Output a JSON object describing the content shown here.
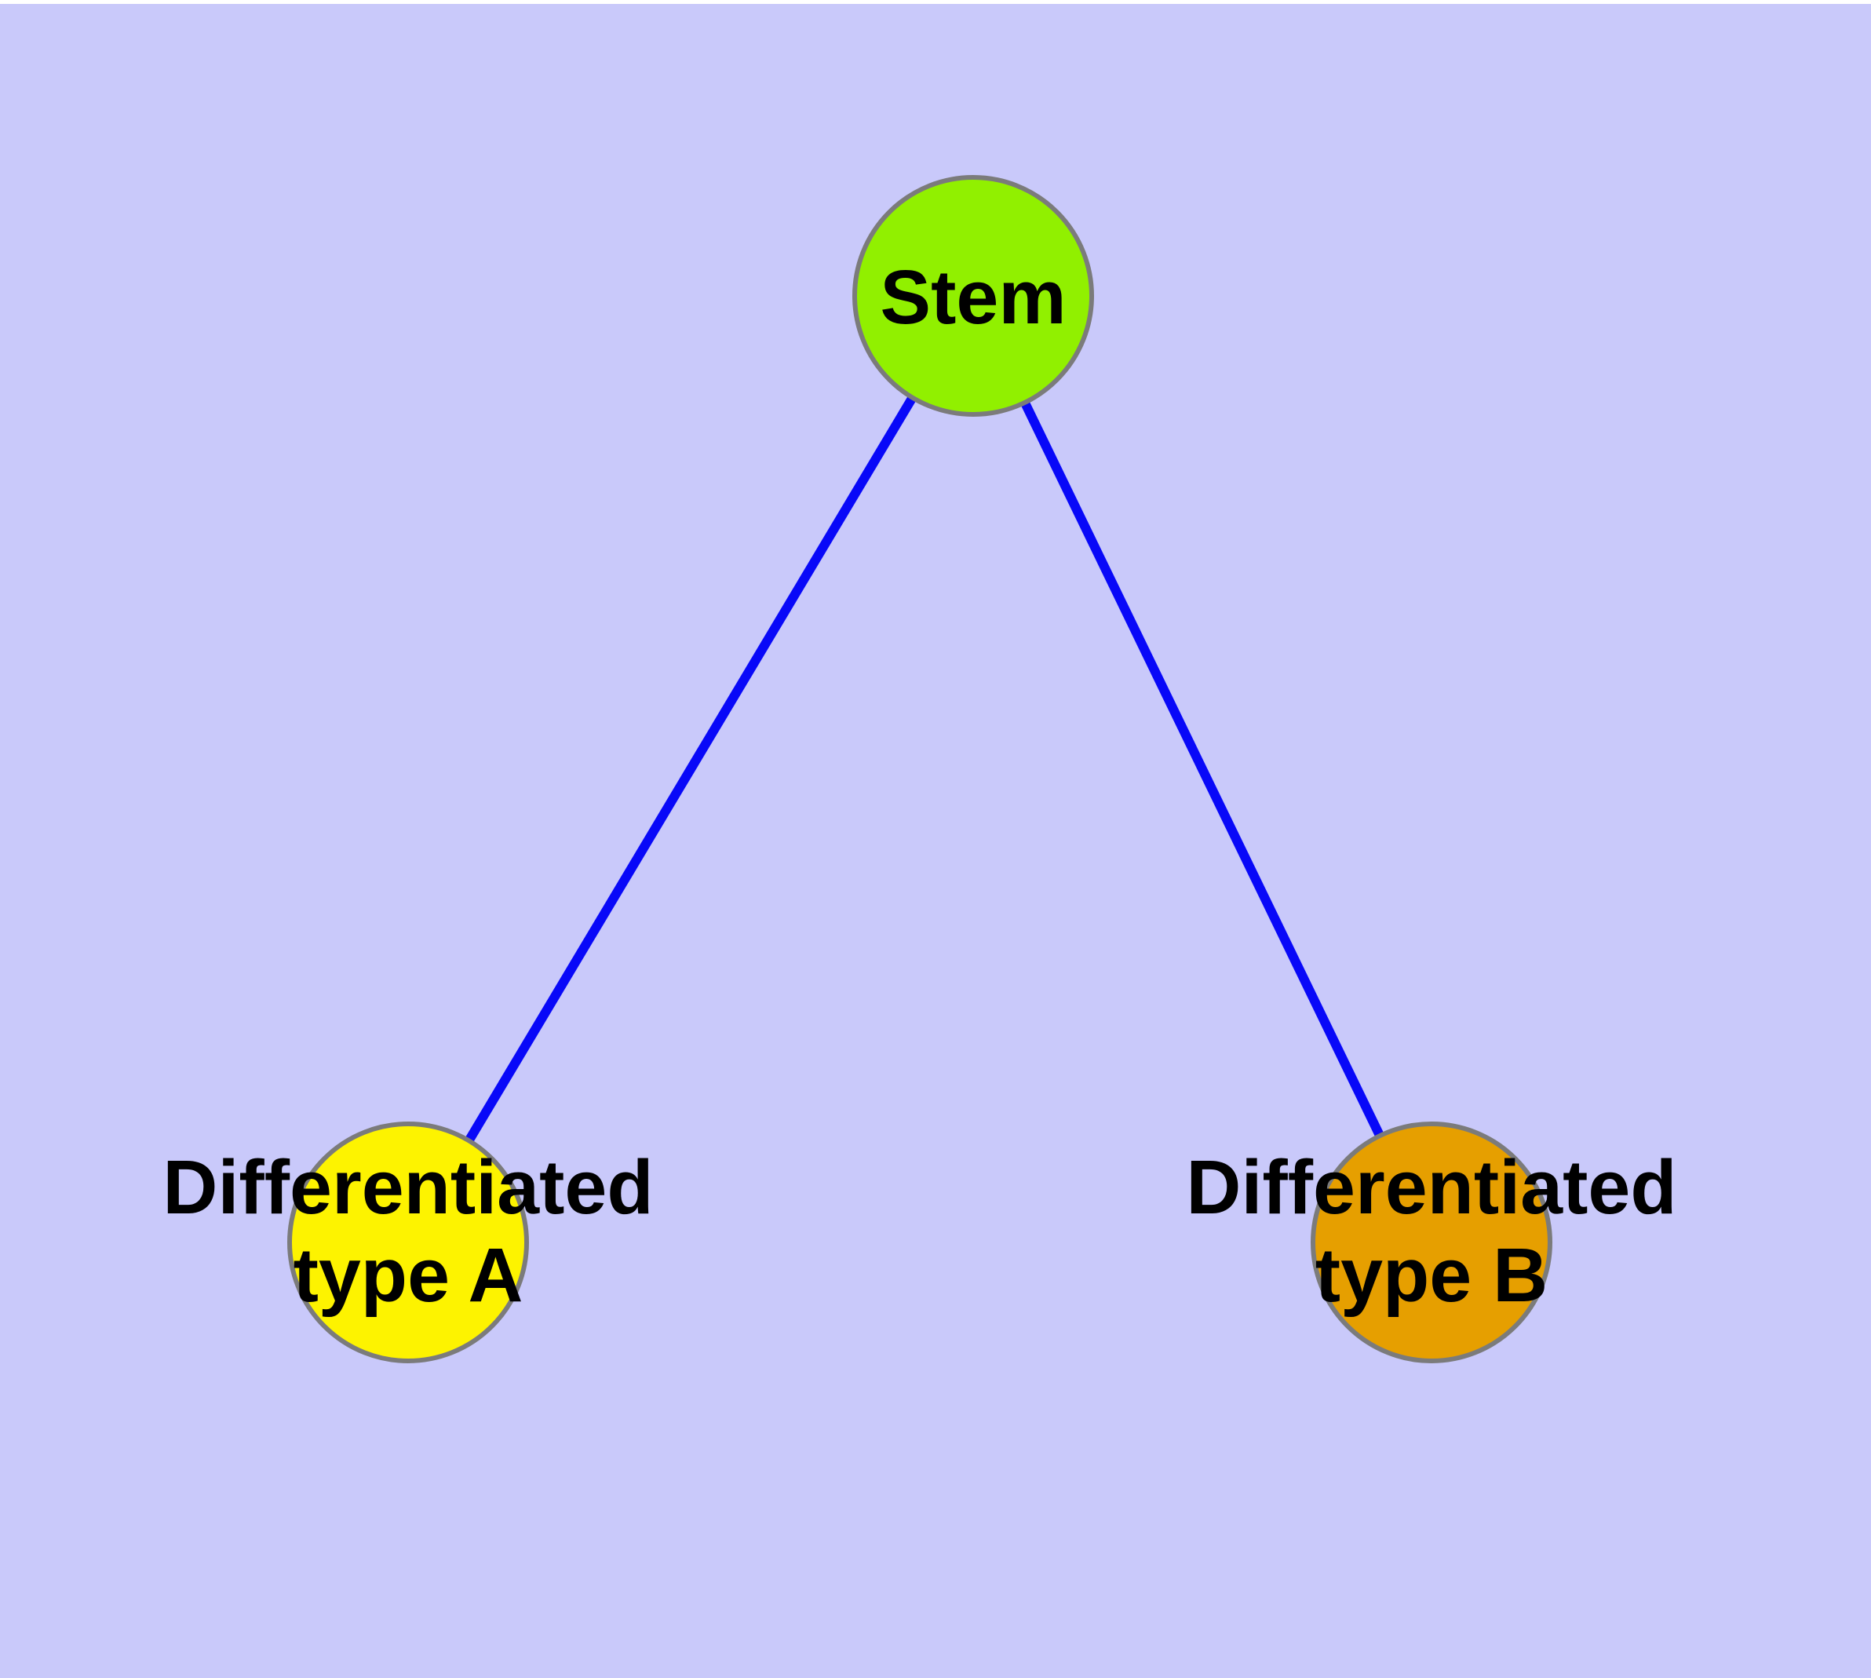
{
  "diagram": {
    "background_color": "#C9C9FA",
    "top_strip_color": "#FFFFFF",
    "edge_color": "#0808F8",
    "node_border_color": "#7B7B7B",
    "text_color": "#000000",
    "nodes": {
      "stem": {
        "label": "Stem",
        "fill": "#91F000"
      },
      "type_a": {
        "label_line1": "Differentiated",
        "label_line2": "type A",
        "fill": "#FDF300"
      },
      "type_b": {
        "label_line1": "Differentiated",
        "label_line2": "type B",
        "fill": "#E69F00"
      }
    },
    "edges": [
      {
        "from": "stem",
        "to": "type_a"
      },
      {
        "from": "stem",
        "to": "type_b"
      }
    ]
  }
}
